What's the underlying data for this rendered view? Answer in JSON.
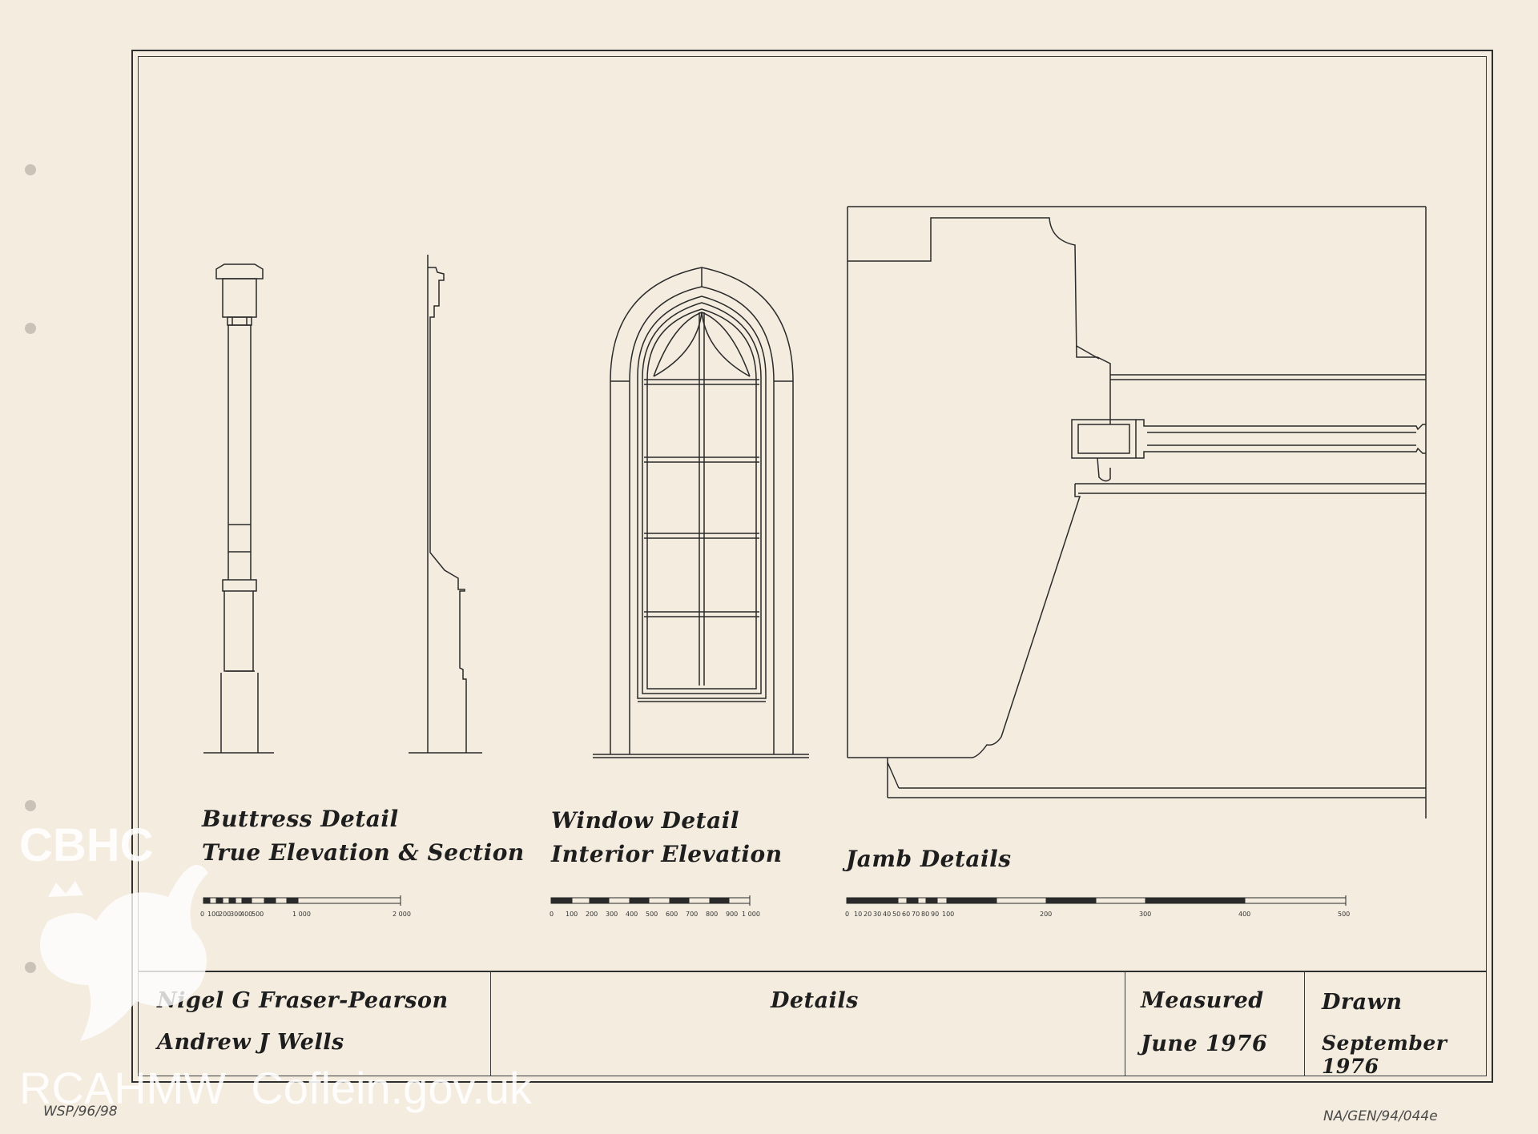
{
  "drawing_labels": {
    "buttress": {
      "line1": "Buttress Detail",
      "line2": "True Elevation & Section"
    },
    "window": {
      "line1": "Window Detail",
      "line2": "Interior Elevation"
    },
    "jamb": {
      "line1": "Jamb Details"
    }
  },
  "scales": {
    "buttress": [
      "0",
      "100",
      "200",
      "300",
      "400",
      "500",
      "1 000",
      "2 000"
    ],
    "window": [
      "0",
      "100",
      "200",
      "300",
      "400",
      "500",
      "600",
      "700",
      "800",
      "900",
      "1 000"
    ],
    "jamb": [
      "0",
      "10",
      "20",
      "30",
      "40",
      "50",
      "60",
      "70",
      "80",
      "90",
      "100",
      "200",
      "300",
      "400",
      "500"
    ]
  },
  "title_block": {
    "authors": [
      "Nigel G Fraser-Pearson",
      "Andrew J Wells"
    ],
    "title": "Details",
    "measured_label": "Measured",
    "measured_date": "June 1976",
    "drawn_label": "Drawn",
    "drawn_date": "September 1976"
  },
  "watermark": {
    "logo_text": "CBHC",
    "site_text": "RCAHMW  Coflein.gov.uk"
  },
  "refs": {
    "left": "WSP/96/98",
    "right": "NA/GEN/94/044e"
  },
  "colors": {
    "paper": "#f3ecdf",
    "ink": "#1e1e1e",
    "watermark": "#ffffff"
  }
}
